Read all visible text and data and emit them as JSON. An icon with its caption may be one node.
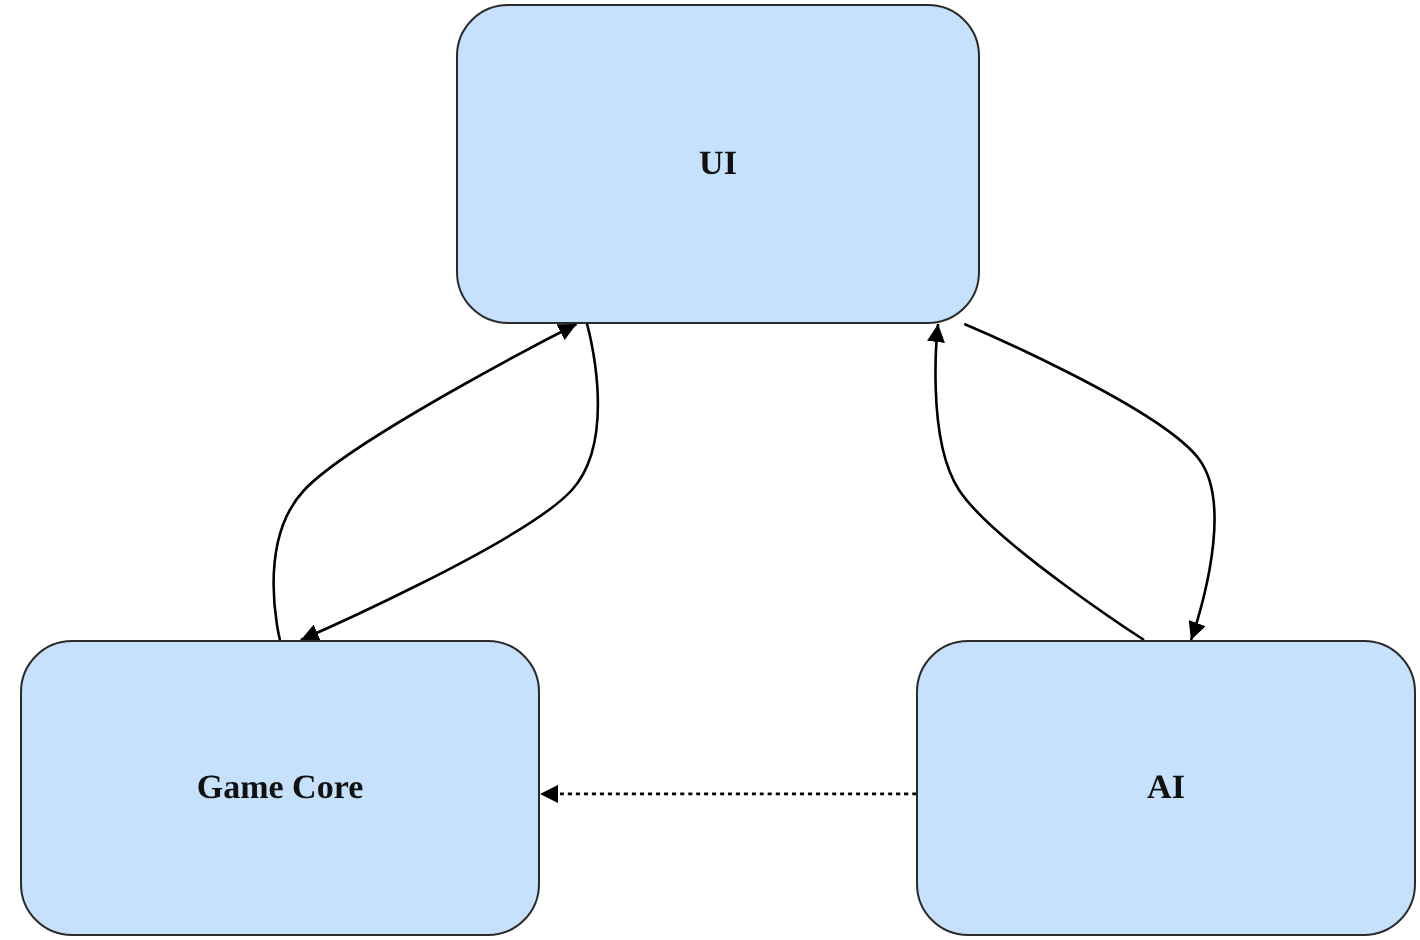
{
  "diagram": {
    "nodes": [
      {
        "text": [
          "UI"
        ]
      },
      {
        "text": [
          "Game Core"
        ]
      },
      {
        "text": [
          "AI"
        ]
      }
    ],
    "edges": [
      {
        "from": 1,
        "to": 0,
        "arrow": "to"
      },
      {
        "from": 0,
        "to": 1,
        "arrow": "to"
      },
      {
        "from": 2,
        "to": 0,
        "arrow": "to"
      },
      {
        "from": 0,
        "to": 2,
        "arrow": "to"
      },
      {
        "from": 2,
        "to": 1,
        "arrow": "to",
        "style": "dashed"
      }
    ]
  }
}
